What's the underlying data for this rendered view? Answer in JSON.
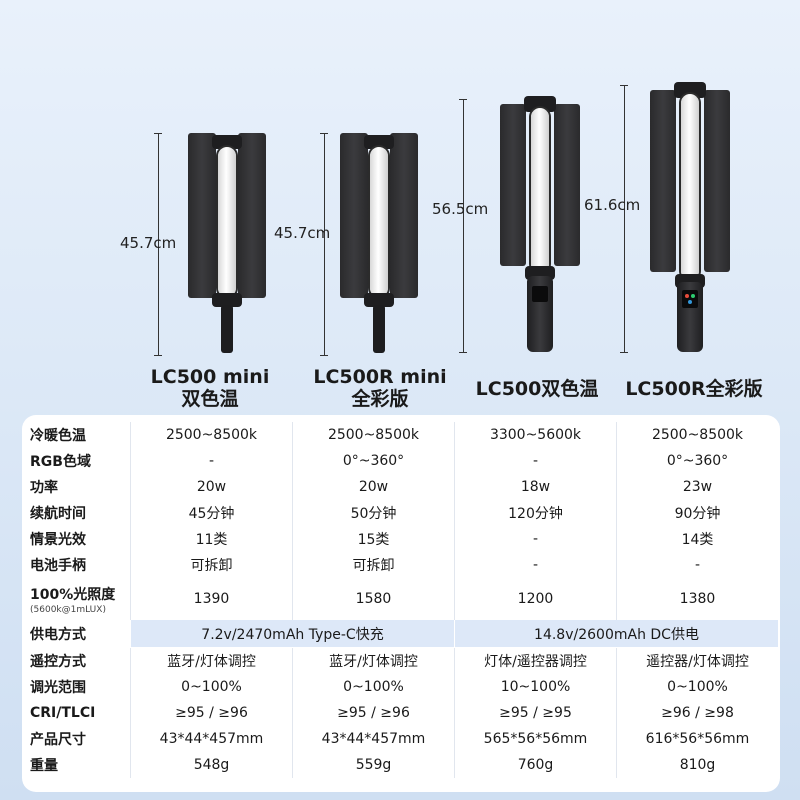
{
  "products": [
    {
      "name_line1": "LC500 mini",
      "name_line2": "双色温",
      "height": "45.7cm"
    },
    {
      "name_line1": "LC500R mini",
      "name_line2": "全彩版",
      "height": "45.7cm"
    },
    {
      "name_line1": "LC500双色温",
      "name_line2": "",
      "height": "56.5cm"
    },
    {
      "name_line1": "LC500R全彩版",
      "name_line2": "",
      "height": "61.6cm"
    }
  ],
  "specs": [
    {
      "label": "冷暖色温",
      "values": [
        "2500~8500k",
        "2500~8500k",
        "3300~5600k",
        "2500~8500k"
      ]
    },
    {
      "label": "RGB色域",
      "values": [
        "-",
        "0°~360°",
        "-",
        "0°~360°"
      ]
    },
    {
      "label": "功率",
      "values": [
        "20w",
        "20w",
        "18w",
        "23w"
      ]
    },
    {
      "label": "续航时间",
      "values": [
        "45分钟",
        "50分钟",
        "120分钟",
        "90分钟"
      ]
    },
    {
      "label": "情景光效",
      "values": [
        "11类",
        "15类",
        "-",
        "14类"
      ]
    },
    {
      "label": "电池手柄",
      "values": [
        "可拆卸",
        "可拆卸",
        "-",
        "-"
      ]
    },
    {
      "label": "100%光照度",
      "sublabel": "(5600k@1mLUX)",
      "values": [
        "1390",
        "1580",
        "1200",
        "1380"
      ]
    },
    {
      "label": "供电方式",
      "merged": [
        "7.2v/2470mAh Type-C快充",
        "14.8v/2600mAh  DC供电"
      ]
    },
    {
      "label": "遥控方式",
      "values": [
        "蓝牙/灯体调控",
        "蓝牙/灯体调控",
        "灯体/遥控器调控",
        "遥控器/灯体调控"
      ]
    },
    {
      "label": "调光范围",
      "values": [
        "0~100%",
        "0~100%",
        "10~100%",
        "0~100%"
      ]
    },
    {
      "label": "CRI/TLCI",
      "values": [
        "≥95 / ≥96",
        "≥95 / ≥96",
        "≥95 / ≥95",
        "≥96 / ≥98"
      ]
    },
    {
      "label": "产品尺寸",
      "values": [
        "43*44*457mm",
        "43*44*457mm",
        "565*56*56mm",
        "616*56*56mm"
      ]
    },
    {
      "label": "重量",
      "values": [
        "548g",
        "559g",
        "760g",
        "810g"
      ]
    }
  ],
  "colors": {
    "background": "#dde9f7",
    "row_highlight": "#dde8f8",
    "panel": "#2f2f32"
  }
}
